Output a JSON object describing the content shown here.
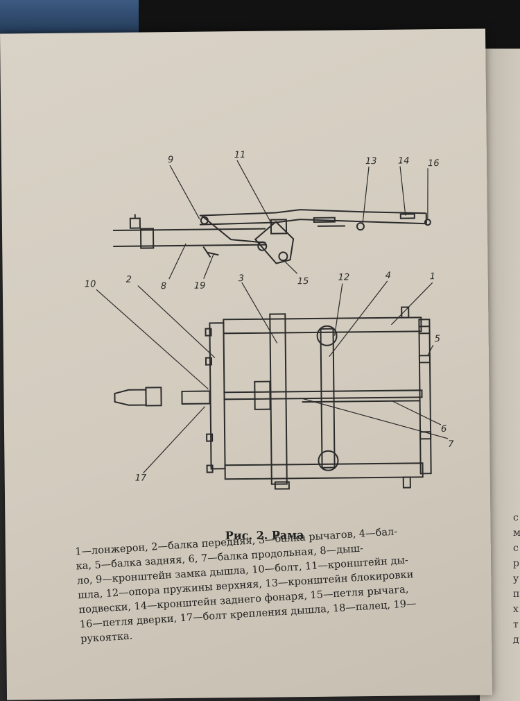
{
  "figure": {
    "title": "Рис. 2. Рама",
    "side_view_labels": [
      "9",
      "11",
      "13",
      "14",
      "16",
      "8",
      "19",
      "15"
    ],
    "top_view_labels": [
      "10",
      "2",
      "3",
      "12",
      "4",
      "1",
      "5",
      "6",
      "7",
      "17"
    ]
  },
  "caption": {
    "lines": [
      "1—лонжерон, 2—балка передняя, 3—балка рычагов, 4—бал-",
      "ка,   5—балка задняя,   6, 7—балка продольная, 8—дыш-",
      "ло, 9—кронштейн замка дышла, 10—болт, 11—кронштейн ды-",
      "шла, 12—опора пружины верхняя, 13—кронштейн блокировки",
      "подвески, 14—кронштейн заднего фонаря, 15—петля рычага,",
      "16—петля дверки, 17—болт крепления дышла, 18—палец, 19—",
      "рукоятка."
    ]
  },
  "next_page": {
    "visible_letters": "с\nм\nс\nр\nу\nп\nх\nт\nд"
  }
}
